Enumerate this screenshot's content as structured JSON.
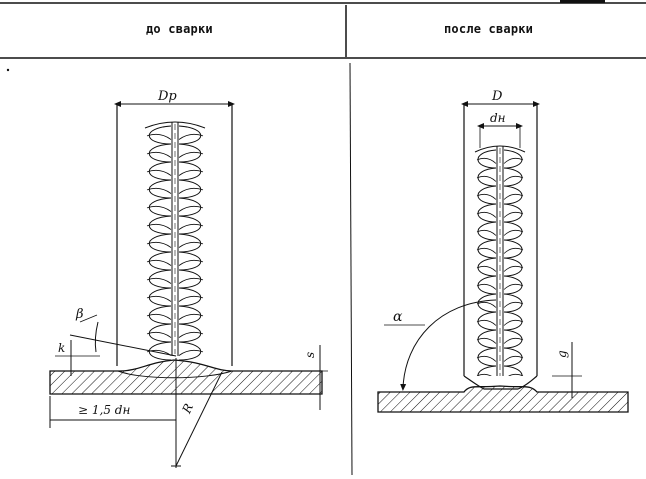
{
  "headers": {
    "before": "до сварки",
    "after": "после сварки"
  },
  "labels": {
    "left": {
      "Dp": "Dp",
      "beta": "β",
      "k": "k",
      "s": "s",
      "R": "R",
      "min_length": "≥ 1,5 dн"
    },
    "right": {
      "D": "D",
      "dn": "dн",
      "alpha": "α",
      "g": "g"
    }
  },
  "colors": {
    "ink": "#111111",
    "paper": "#ffffff"
  }
}
